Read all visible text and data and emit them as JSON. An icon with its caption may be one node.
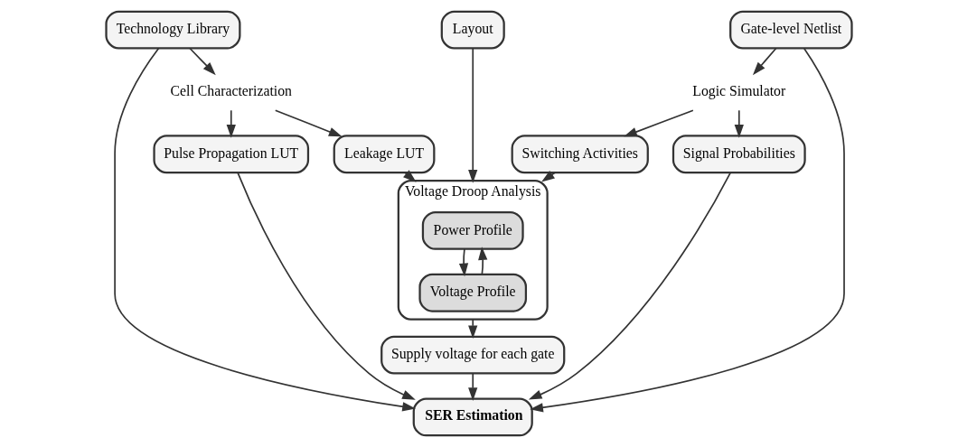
{
  "diagram": {
    "nodes": [
      {
        "text": [
          "Technology Library"
        ]
      },
      {
        "text": [
          "Layout"
        ]
      },
      {
        "text": [
          "Gate-level Netlist"
        ]
      },
      {
        "text": [
          "Cell Characterization"
        ]
      },
      {
        "text": [
          "Logic Simulator"
        ]
      },
      {
        "text": [
          "Pulse Propagation LUT"
        ]
      },
      {
        "text": [
          "Leakage LUT"
        ]
      },
      {
        "text": [
          "Voltage Droop Analysis"
        ]
      },
      {
        "text": [
          "Power Profile"
        ],
        "in": 7
      },
      {
        "text": [
          "Voltage Profile"
        ],
        "in": 7
      },
      {
        "text": [
          "Switching Activities"
        ]
      },
      {
        "text": [
          "Signal Probabilities"
        ]
      },
      {
        "text": [
          "Supply voltage for each gate"
        ]
      },
      {
        "text": [
          "SER Estimation"
        ]
      }
    ],
    "edges": [
      {
        "from": 0,
        "to": 3,
        "arrow": "to"
      },
      {
        "from": 3,
        "to": 5,
        "arrow": "to"
      },
      {
        "from": 3,
        "to": 6,
        "arrow": "to"
      },
      {
        "from": 1,
        "to": 7,
        "arrow": "to"
      },
      {
        "from": 2,
        "to": 4,
        "arrow": "to"
      },
      {
        "from": 4,
        "to": 10,
        "arrow": "to"
      },
      {
        "from": 4,
        "to": 11,
        "arrow": "to"
      },
      {
        "from": 6,
        "to": 7,
        "arrow": "to"
      },
      {
        "from": 10,
        "to": 7,
        "arrow": "to"
      },
      {
        "from": 8,
        "to": 9,
        "arrow": "to"
      },
      {
        "from": 9,
        "to": 8,
        "arrow": "to"
      },
      {
        "from": 7,
        "to": 12,
        "arrow": "to"
      },
      {
        "from": 12,
        "to": 13,
        "arrow": "to"
      },
      {
        "from": 5,
        "to": 13,
        "arrow": "to"
      },
      {
        "from": 11,
        "to": 13,
        "arrow": "to"
      },
      {
        "from": 0,
        "to": 13,
        "arrow": "to"
      },
      {
        "from": 2,
        "to": 13,
        "arrow": "to"
      }
    ]
  }
}
